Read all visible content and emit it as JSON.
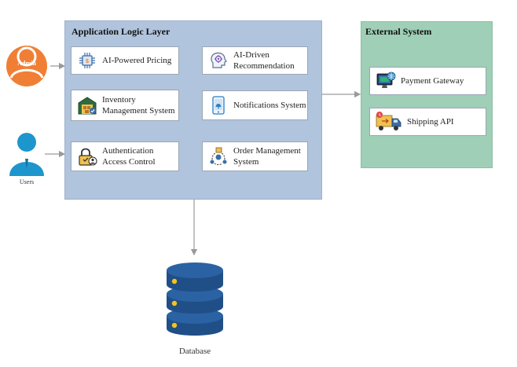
{
  "actors": {
    "admin": {
      "label": "Admin"
    },
    "users": {
      "label": "Users"
    }
  },
  "app_layer": {
    "title": "Application Logic Layer",
    "modules": [
      {
        "label": "AI-Powered Pricing",
        "icon": "chip-icon"
      },
      {
        "label": "AI-Driven Recommendation",
        "icon": "ai-head-icon"
      },
      {
        "label": "Inventory Management System",
        "icon": "warehouse-icon"
      },
      {
        "label": "Notifications System",
        "icon": "phone-notification-icon"
      },
      {
        "label": "Authentication Access Control",
        "icon": "padlock-icon"
      },
      {
        "label": "Order Management System",
        "icon": "order-flow-icon"
      }
    ]
  },
  "external": {
    "title": "External System",
    "items": [
      {
        "label": "Payment Gateway",
        "icon": "monitor-payment-icon"
      },
      {
        "label": "Shipping API",
        "icon": "delivery-truck-icon"
      }
    ]
  },
  "database": {
    "label": "Database"
  },
  "colors": {
    "app_layer": "#b1c4dd",
    "external": "#9fcfb6",
    "admin": "#f07f35",
    "users": "#1d96cd",
    "database": "#1f4f86",
    "connector": "#9a9a9a"
  }
}
